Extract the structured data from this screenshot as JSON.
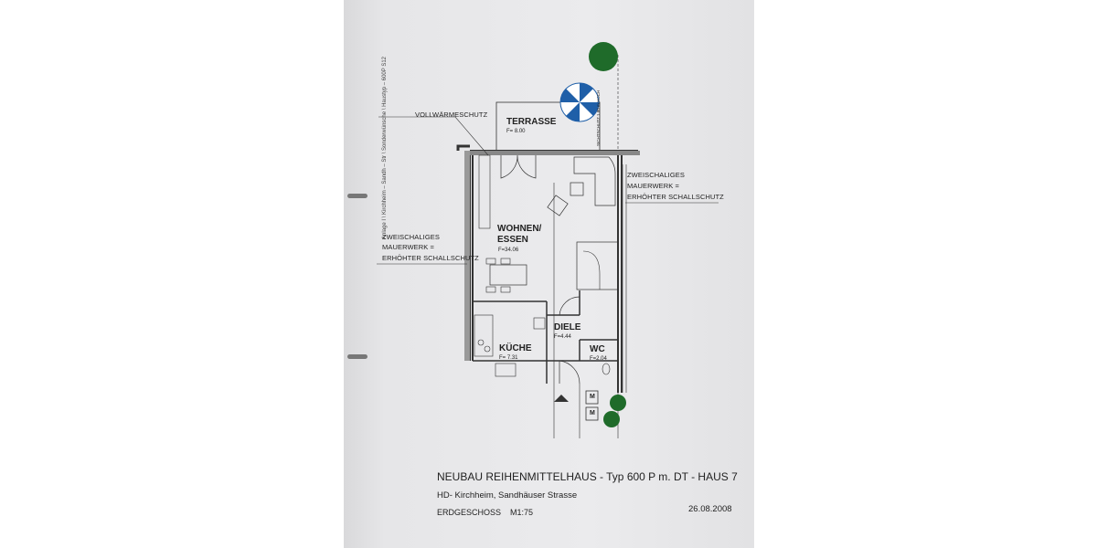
{
  "file_path_note": "Anlage I \\ Kirchheim – Sandh – Str \\ Sonderwünsche \\ Haustyp – 600P S12",
  "annotations": {
    "vollwaermeschutz": "VOLLWÄRMESCHUTZ",
    "sichtschutz": "SICHTSCHUTZ 1.80 m HOCH",
    "right_wall": [
      "ZWEISCHALIGES",
      "MAUERWERK =",
      "ERHÖHTER SCHALLSCHUTZ"
    ],
    "left_wall": [
      "ZWEISCHALIGES",
      "MAUERWERK =",
      "ERHÖHTER SCHALLSCHUTZ"
    ]
  },
  "rooms": [
    {
      "name": "TERRASSE",
      "area": "F= 8.00"
    },
    {
      "name": "WOHNEN/ ESSEN",
      "area": "F=34.06"
    },
    {
      "name": "DIELE",
      "area": "F=4.44"
    },
    {
      "name": "KÜCHE",
      "area": "F= 7.31"
    },
    {
      "name": "WC",
      "area": "F=2.04"
    }
  ],
  "meter_labels": [
    "M",
    "M"
  ],
  "title_block": {
    "title": "NEUBAU REIHENMITTELHAUS - Typ 600 P m. DT - HAUS 7",
    "address": "HD- Kirchheim, Sandhäuser Strasse",
    "floor_scale": "ERDGESCHOSS    M1:75",
    "date": "26.08.2008"
  },
  "colors": {
    "umbrella": "#1f5fa8",
    "tree": "#1f6b2a",
    "paper": "#e8e8ea"
  }
}
